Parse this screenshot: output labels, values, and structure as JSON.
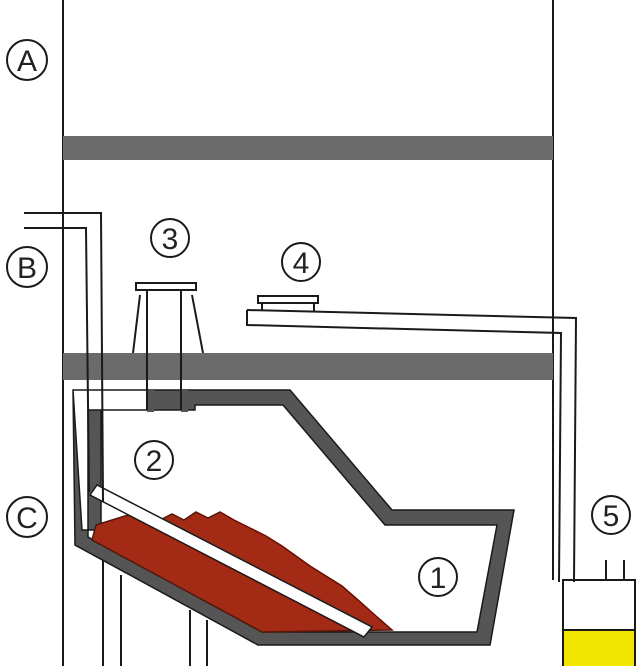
{
  "diagram": {
    "floor_labels": {
      "a": "A",
      "b": "B",
      "c": "C"
    },
    "component_labels": {
      "n1": "1",
      "n2": "2",
      "n3": "3",
      "n4": "4",
      "n5": "5"
    },
    "colors": {
      "line": "#1a1a1a",
      "wall": "#555555",
      "slab": "#6b6b6b",
      "fill": "#a32a14",
      "liquid": "#f2e600",
      "background": "#ffffff"
    }
  }
}
